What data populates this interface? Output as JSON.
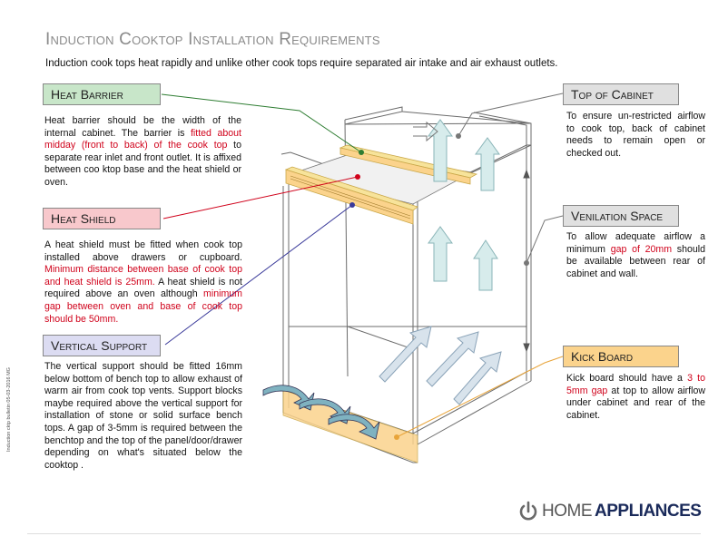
{
  "title": "Induction Cooktop  Installation Requirements",
  "subtitle": "Induction cook tops heat rapidly and unlike other cook tops require separated air intake and air exhaust outlets.",
  "colors": {
    "heat_barrier": "#c8e6c9",
    "heat_shield": "#f8c8cc",
    "vertical_support": "#dcdcf2",
    "top_of_cabinet": "#e0e0e0",
    "ventilation_space": "#e0e0e0",
    "kick_board": "#fbd38c",
    "accent_red": "#d0021b"
  },
  "sections": {
    "heat_barrier": {
      "label": "Heat Barrier",
      "text_1": "Heat barrier should be the width of the internal cabinet. The barrier is ",
      "highlight": "fitted about midday (front to back) of the cook top",
      "text_2": " to separate rear inlet and front outlet. It is affixed between coo ktop  base and the heat shield or oven."
    },
    "heat_shield": {
      "label": "Heat Shield",
      "text_1": "A heat shield must be fitted when cook top installed above drawers or cupboard. ",
      "highlight_1": "Minimum distance between base of cook top and heat shield is 25mm.",
      "text_2": " A heat shield is not required above an oven although ",
      "highlight_2": "minimum gap between oven and base of cook top should be 50mm."
    },
    "vertical_support": {
      "label": "Vertical Support",
      "text": "The vertical support should be fitted 16mm below bottom of bench top to allow exhaust of warm air from cook top vents. Support blocks maybe required above the vertical support for  installation of stone or solid surface bench tops. A gap of 3-5mm is required between the benchtop and the top of the panel/door/drawer depending on what's situated below the cooktop ."
    },
    "top_of_cabinet": {
      "label": "Top of Cabinet",
      "text": "To ensure un-restricted airflow to cook top, back of cabinet needs to remain open or checked out."
    },
    "ventilation_space": {
      "label": "Venilation Space",
      "text_1": "To allow adequate airflow a minimum ",
      "highlight": "gap of 20mm",
      "text_2": " should be available between rear of cabinet and wall."
    },
    "kick_board": {
      "label": "Kick Board",
      "text_1": "Kick board should have a ",
      "highlight": "3 to 5mm gap",
      "text_2": " at top to allow airflow under cabinet and rear of the cabinet."
    }
  },
  "side_note": "Induction cktp bulletin 05-03-2016 MG",
  "brand": {
    "part_1": "HOME",
    "part_2": "APPLIANCES",
    "power_icon": "power-icon"
  }
}
